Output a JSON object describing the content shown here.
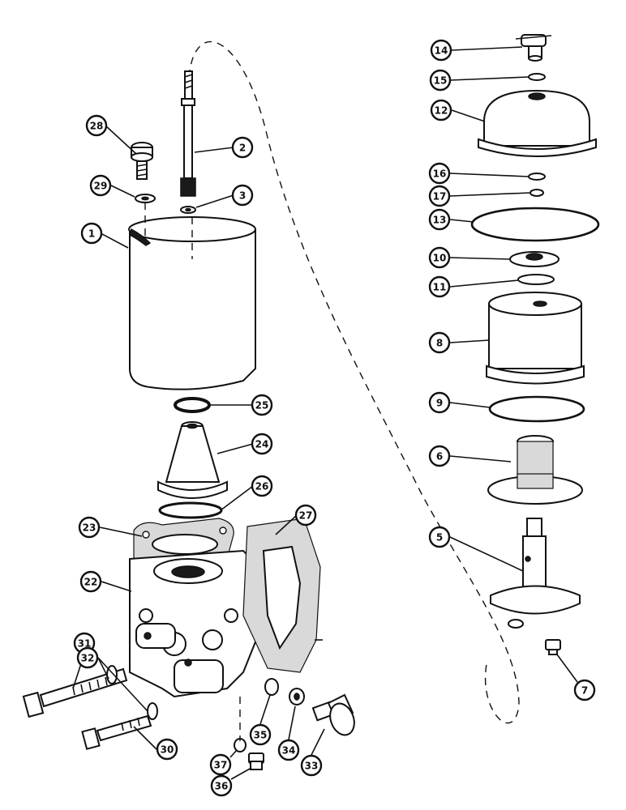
{
  "callouts": [
    {
      "id": "c1",
      "label": "1"
    },
    {
      "id": "c2",
      "label": "2"
    },
    {
      "id": "c3",
      "label": "3"
    },
    {
      "id": "c5",
      "label": "5"
    },
    {
      "id": "c6",
      "label": "6"
    },
    {
      "id": "c7",
      "label": "7"
    },
    {
      "id": "c8",
      "label": "8"
    },
    {
      "id": "c9",
      "label": "9"
    },
    {
      "id": "c10",
      "label": "10"
    },
    {
      "id": "c11",
      "label": "11"
    },
    {
      "id": "c12",
      "label": "12"
    },
    {
      "id": "c13",
      "label": "13"
    },
    {
      "id": "c14",
      "label": "14"
    },
    {
      "id": "c15",
      "label": "15"
    },
    {
      "id": "c16",
      "label": "16"
    },
    {
      "id": "c17",
      "label": "17"
    },
    {
      "id": "c22",
      "label": "22"
    },
    {
      "id": "c23",
      "label": "23"
    },
    {
      "id": "c24",
      "label": "24"
    },
    {
      "id": "c25",
      "label": "25"
    },
    {
      "id": "c26",
      "label": "26"
    },
    {
      "id": "c27",
      "label": "27"
    },
    {
      "id": "c28",
      "label": "28"
    },
    {
      "id": "c29",
      "label": "29"
    },
    {
      "id": "c30",
      "label": "30"
    },
    {
      "id": "c31",
      "label": "31"
    },
    {
      "id": "c32",
      "label": "32"
    },
    {
      "id": "c33",
      "label": "33"
    },
    {
      "id": "c34",
      "label": "34"
    },
    {
      "id": "c35",
      "label": "35"
    },
    {
      "id": "c36",
      "label": "36"
    },
    {
      "id": "c37",
      "label": "37"
    }
  ]
}
